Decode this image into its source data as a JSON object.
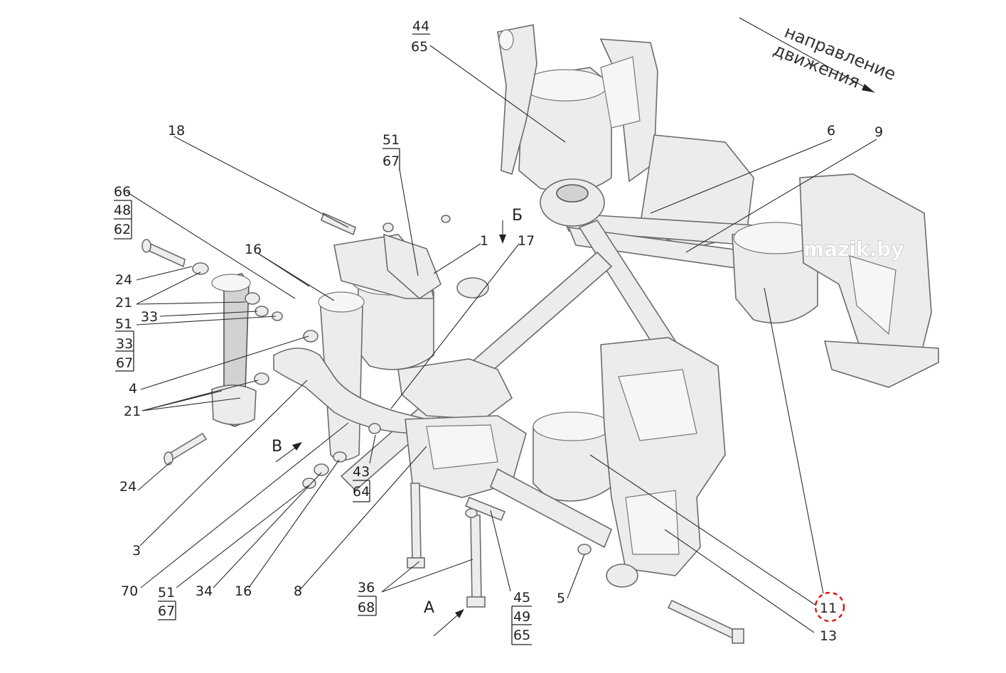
{
  "watermark": "mazik.by",
  "direction": {
    "line1": "направление",
    "line2": "движения"
  },
  "views": {
    "a": "А",
    "b": "Б",
    "v": "В"
  },
  "labels": {
    "l1": "1",
    "l3": "3",
    "l4": "4",
    "l5": "5",
    "l6": "6",
    "l8": "8",
    "l9": "9",
    "l11": "11",
    "l13": "13",
    "l16a": "16",
    "l16b": "16",
    "l17": "17",
    "l18": "18",
    "l21a": "21",
    "l21b": "21",
    "l24a": "24",
    "l24b": "24",
    "l33a": "33",
    "l34": "34",
    "l70": "70",
    "l51a": "51"
  },
  "fractions": {
    "f44_65": [
      "44",
      "65"
    ],
    "f51_67_top": [
      "51",
      "67"
    ],
    "f66_48_62": [
      "66",
      "48",
      "62"
    ],
    "f33_67": [
      "33",
      "67"
    ],
    "f43_64": [
      "43",
      "64"
    ],
    "f36_68": [
      "36",
      "68"
    ],
    "f45_49_65": [
      "45",
      "49",
      "65"
    ],
    "f51_67_bottom": [
      "51",
      "67"
    ]
  },
  "highlight_color": "#e01010"
}
